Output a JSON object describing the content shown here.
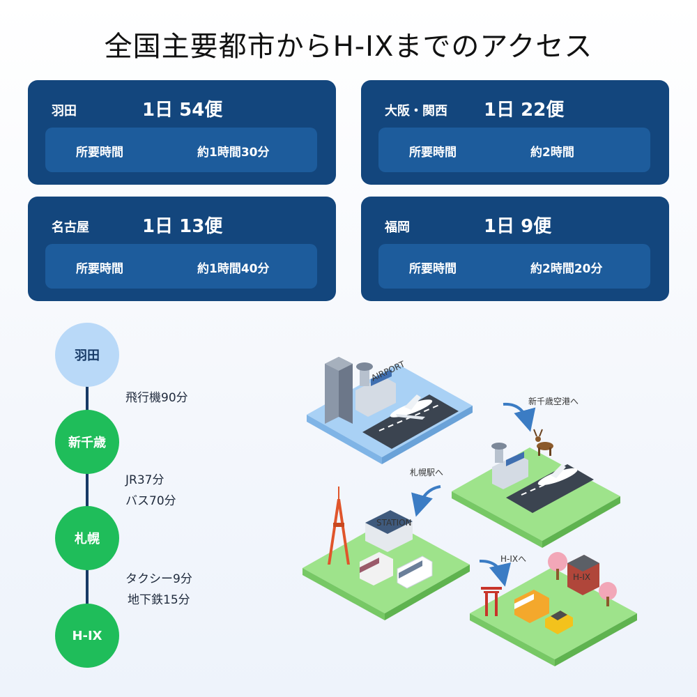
{
  "page": {
    "title": "全国主要都市からH-IXまでのアクセス"
  },
  "cards": [
    {
      "city": "羽田",
      "frequency": "1日 54便",
      "duration_label": "所要時間",
      "duration": "約1時間30分"
    },
    {
      "city": "大阪・関西",
      "frequency": "1日 22便",
      "duration_label": "所要時間",
      "duration": "約2時間"
    },
    {
      "city": "名古屋",
      "frequency": "1日 13便",
      "duration_label": "所要時間",
      "duration": "約1時間40分"
    },
    {
      "city": "福岡",
      "frequency": "1日 9便",
      "duration_label": "所要時間",
      "duration": "約2時間20分"
    }
  ],
  "route": {
    "stops": [
      "羽田",
      "新千歳",
      "札幌",
      "H-IX"
    ],
    "segments": [
      [
        "飛行機90分"
      ],
      [
        "JR37分",
        "バス70分"
      ],
      [
        "タクシー9分",
        "地下鉄15分"
      ]
    ]
  },
  "map": {
    "to_new_chitose": "新千歳空港へ",
    "to_sapporo": "札幌駅へ",
    "to_hix": "H-IXへ",
    "airport_sign": "AIRPORT",
    "station_sign": "STATION",
    "hix_sign": "H-IX"
  },
  "colors": {
    "card_bg": "#13467d",
    "card_inner": "#1d5c9c",
    "stop_start": "#b9d9f8",
    "stop_green": "#1fbd5a",
    "line": "#173a66",
    "island_blue": "#a9d1f5",
    "island_green": "#9ee38b",
    "arrow": "#3b7cc4"
  }
}
